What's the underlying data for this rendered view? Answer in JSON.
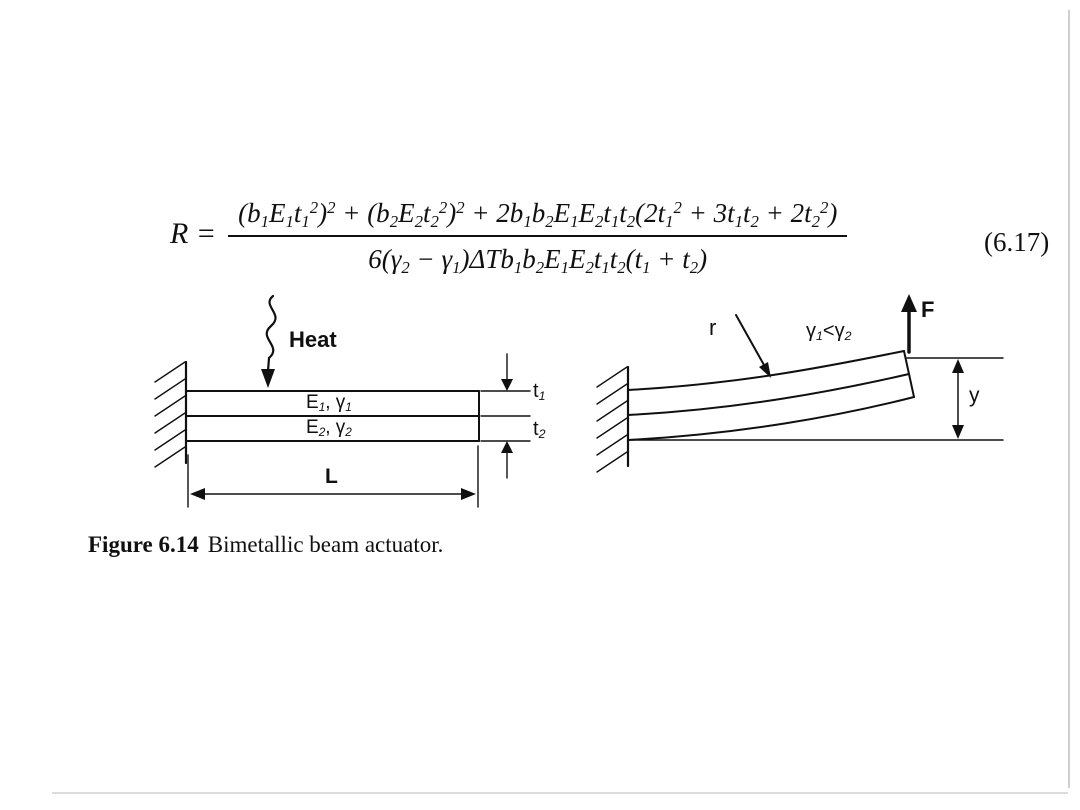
{
  "page": {
    "background": "#ffffff"
  },
  "equation": {
    "lhs": "R =",
    "numerator": "(b_1E_1t_1^2)^2 + (b_2E_2t_2^2)^2 + 2b_1b_2E_1E_2t_1t_2(2t_1^2 + 3t_1t_2 + 2t_2^2)",
    "denominator": "6(γ_2 − γ_1)ΔTb_1b_2E_1E_2t_1t_2(t_1 + t_2)",
    "number": "(6.17)"
  },
  "figure": {
    "left_diagram": {
      "heat_label": "Heat",
      "layer1_label": "E_1, γ_1",
      "layer2_label": "E_2, γ_2",
      "thickness1_label": "t_1",
      "thickness2_label": "t_2",
      "length_label": "L"
    },
    "right_diagram": {
      "radius_label": "r",
      "condition_label": "γ_1<γ_2",
      "force_label": "F",
      "deflection_label": "y"
    },
    "caption": {
      "label": "Figure 6.14",
      "text": "Bimetallic beam actuator."
    }
  }
}
